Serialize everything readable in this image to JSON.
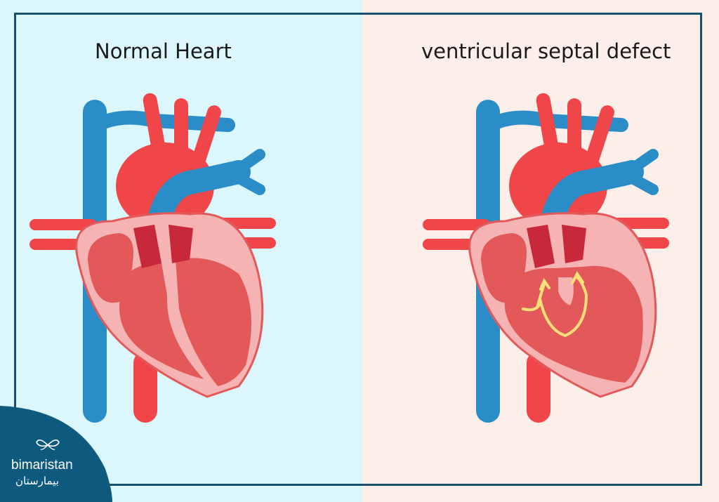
{
  "panels": {
    "left": {
      "title": "Normal Heart"
    },
    "right": {
      "title": "ventricular septal defect"
    }
  },
  "logo": {
    "name": "bimaristan",
    "arabic": "بيمارستان"
  },
  "colors": {
    "left_background": "#dcf7fc",
    "right_background": "#fcefe9",
    "vein_blue": "#2b8dc8",
    "artery_red": "#f0464a",
    "heart_outer": "#f6b3b3",
    "heart_inner": "#e3595a",
    "valve_dark": "#c7283a",
    "shunt_arrow": "#f7e07a",
    "frame": "#1b4f6e",
    "logo_blue": "#0e5a7e"
  },
  "icons": [
    "butterfly-logo-icon",
    "heart-illustration",
    "shunt-arrow-icon"
  ]
}
